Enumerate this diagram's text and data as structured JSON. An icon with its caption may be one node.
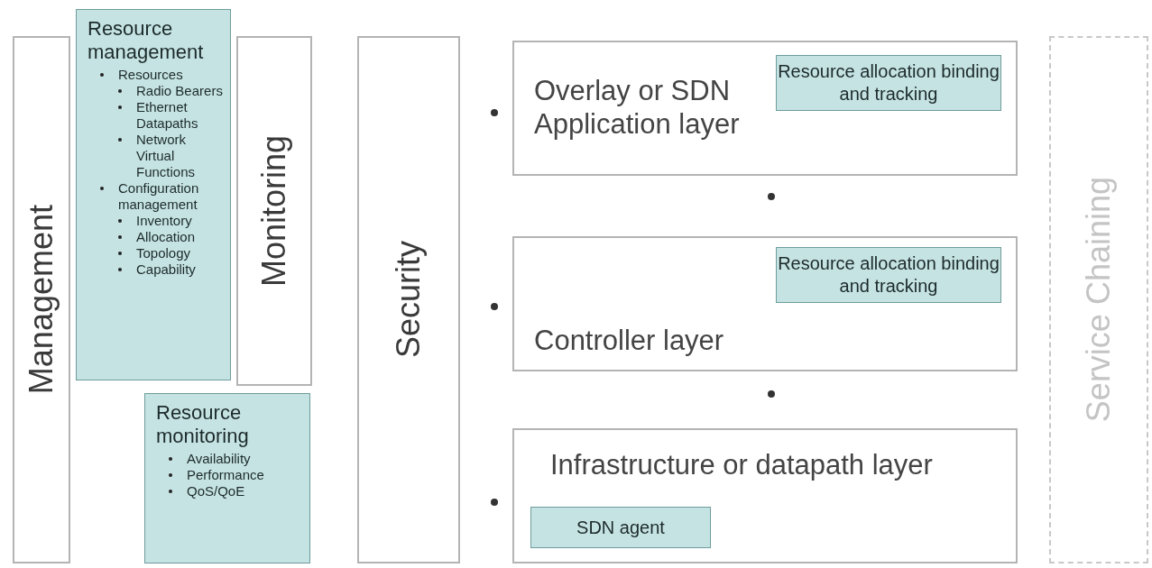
{
  "diagram": {
    "nodes": [
      {
        "text": [
          "Resource management",
          "Resources",
          "Radio Bearers",
          "Ethernet Datapaths",
          "Network Virtual Functions",
          "Configuration management",
          "Inventory",
          "Allocation",
          "Topology",
          "Capability"
        ]
      },
      {
        "text": [
          "Management"
        ]
      },
      {
        "text": [
          "Monitoring"
        ]
      },
      {
        "text": [
          "Resource monitoring",
          "Availability",
          "Performance",
          "QoS/QoE"
        ]
      },
      {
        "text": [
          "Security"
        ]
      },
      {
        "text": [
          "Overlay or SDN Application layer"
        ]
      },
      {
        "text": [
          "Resource allocation binding and tracking"
        ],
        "in": 5
      },
      {
        "text": [
          "Controller layer"
        ]
      },
      {
        "text": [
          "Resource allocation binding and tracking"
        ],
        "in": 7
      },
      {
        "text": [
          "Infrastructure or datapath layer"
        ]
      },
      {
        "text": [
          "SDN agent"
        ],
        "in": 9
      },
      {
        "text": [
          "Service Chaining"
        ]
      }
    ]
  }
}
